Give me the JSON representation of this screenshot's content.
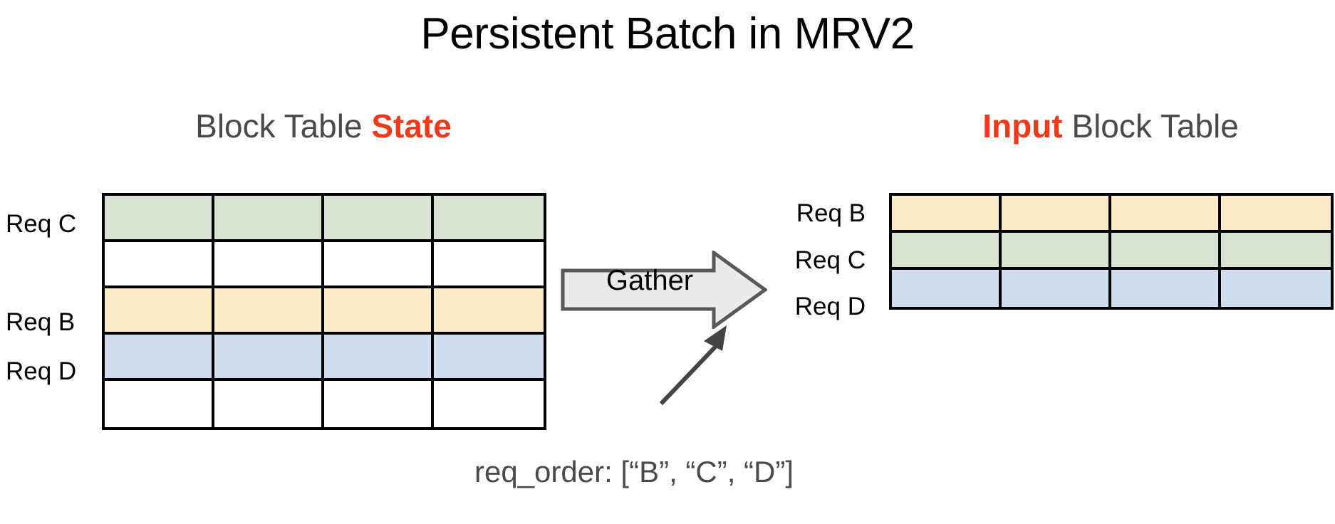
{
  "title": "Persistent Batch in MRV2",
  "colors": {
    "accent_red": "#ee3a1a",
    "heading_gray": "#4a4a4a",
    "green": "#d5e3d0",
    "yellow": "#fbebc6",
    "blue": "#cfddee",
    "white": "#ffffff",
    "border": "#000000",
    "arrow_fill": "#ebebeb",
    "arrow_stroke": "#595959",
    "annotation": "#444444"
  },
  "left_panel": {
    "heading_prefix": "Block Table ",
    "heading_accent": "State",
    "row_labels": [
      "Req C",
      "",
      "Req B",
      "Req D",
      ""
    ],
    "rows": [
      {
        "label": "Req C",
        "color": "#d5e3d0",
        "cells": [
          "",
          "",
          "",
          ""
        ]
      },
      {
        "label": "",
        "color": "#ffffff",
        "cells": [
          "",
          "",
          "",
          ""
        ]
      },
      {
        "label": "Req B",
        "color": "#fbebc6",
        "cells": [
          "",
          "",
          "",
          ""
        ]
      },
      {
        "label": "Req D",
        "color": "#cfddee",
        "cells": [
          "",
          "",
          "",
          ""
        ]
      },
      {
        "label": "",
        "color": "#ffffff",
        "cells": [
          "",
          "",
          "",
          ""
        ]
      }
    ]
  },
  "right_panel": {
    "heading_accent": "Input",
    "heading_suffix": " Block Table",
    "row_labels": [
      "Req B",
      "Req C",
      "Req D"
    ],
    "rows": [
      {
        "label": "Req B",
        "color": "#fbebc6",
        "cells": [
          "",
          "",
          "",
          ""
        ]
      },
      {
        "label": "Req C",
        "color": "#d5e3d0",
        "cells": [
          "",
          "",
          "",
          ""
        ]
      },
      {
        "label": "Req D",
        "color": "#cfddee",
        "cells": [
          "",
          "",
          "",
          ""
        ]
      }
    ]
  },
  "gather": {
    "label": "Gather"
  },
  "annotation": {
    "caption": "req_order: [“B”, “C”, “D”]"
  }
}
